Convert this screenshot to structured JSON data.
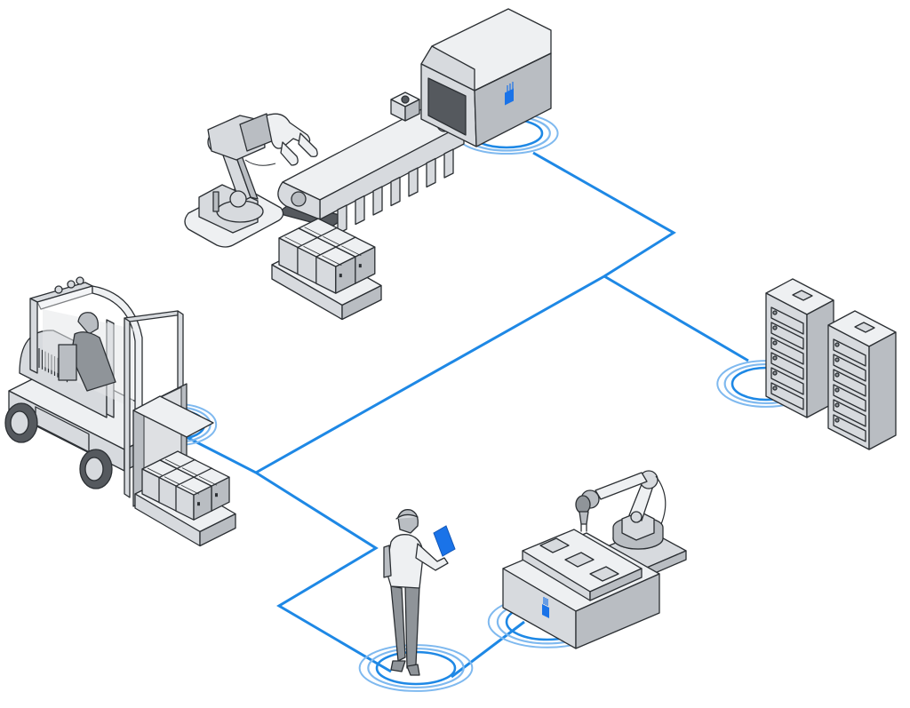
{
  "diagram": {
    "subject": "industrial-iot-network",
    "colors": {
      "network_line": "#1e88e5",
      "sensor": "#1a73e8",
      "ring_inner": "#1e88e5",
      "ring_outer": "#7fb9ef",
      "outline": "#2b2f33",
      "surface_light": "#eef0f2",
      "surface_mid": "#d7dade",
      "surface_dark": "#b9bdc2",
      "background": "#ffffff"
    },
    "nodes": [
      {
        "id": "conveyor-scanner",
        "icon": "conveyor-tunnel-icon"
      },
      {
        "id": "robot-arm-palletizer",
        "icon": "robot-arm-icon"
      },
      {
        "id": "pallet-boxes",
        "icon": "pallet-icon"
      },
      {
        "id": "forklift",
        "icon": "forklift-icon"
      },
      {
        "id": "server-racks",
        "icon": "server-rack-icon"
      },
      {
        "id": "worker-tablet",
        "icon": "worker-icon"
      },
      {
        "id": "control-panel-robot",
        "icon": "control-panel-icon"
      }
    ]
  }
}
